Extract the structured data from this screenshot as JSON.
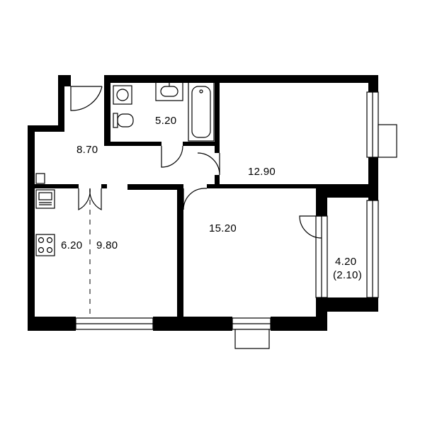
{
  "colors": {
    "wall": "#000000",
    "background": "#ffffff",
    "fixture_line": "#000000"
  },
  "rooms": [
    {
      "id": "hall",
      "area": "8.70"
    },
    {
      "id": "bathroom",
      "area": "5.20"
    },
    {
      "id": "bedroom",
      "area": "12.90"
    },
    {
      "id": "kitchen",
      "area": "6.20"
    },
    {
      "id": "dining",
      "area": "9.80"
    },
    {
      "id": "living",
      "area": "15.20"
    },
    {
      "id": "balcony",
      "area": "4.20",
      "area_reduced": "(2.10)"
    }
  ],
  "icons": [
    "washing-machine-icon",
    "sink-icon",
    "bathtub-icon",
    "toilet-icon",
    "kitchen-sink-icon",
    "stove-icon"
  ]
}
